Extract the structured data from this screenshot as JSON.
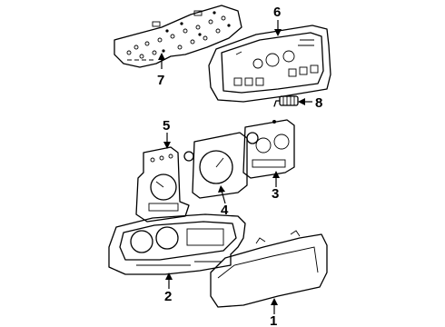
{
  "callouts": [
    {
      "id": "1",
      "label": "1"
    },
    {
      "id": "2",
      "label": "2"
    },
    {
      "id": "3",
      "label": "3"
    },
    {
      "id": "4",
      "label": "4"
    },
    {
      "id": "5",
      "label": "5"
    },
    {
      "id": "6",
      "label": "6"
    },
    {
      "id": "7",
      "label": "7"
    },
    {
      "id": "8",
      "label": "8"
    }
  ],
  "parts": [
    {
      "callout": "1",
      "icon": "instrument-cluster-lens-icon"
    },
    {
      "callout": "2",
      "icon": "cluster-mask-bezel-icon"
    },
    {
      "callout": "3",
      "icon": "gauge-assembly-right-icon"
    },
    {
      "callout": "4",
      "icon": "speedometer-icon"
    },
    {
      "callout": "5",
      "icon": "tachometer-icon"
    },
    {
      "callout": "6",
      "icon": "cluster-housing-icon"
    },
    {
      "callout": "7",
      "icon": "printed-circuit-board-icon"
    },
    {
      "callout": "8",
      "icon": "bulb-socket-icon"
    }
  ]
}
